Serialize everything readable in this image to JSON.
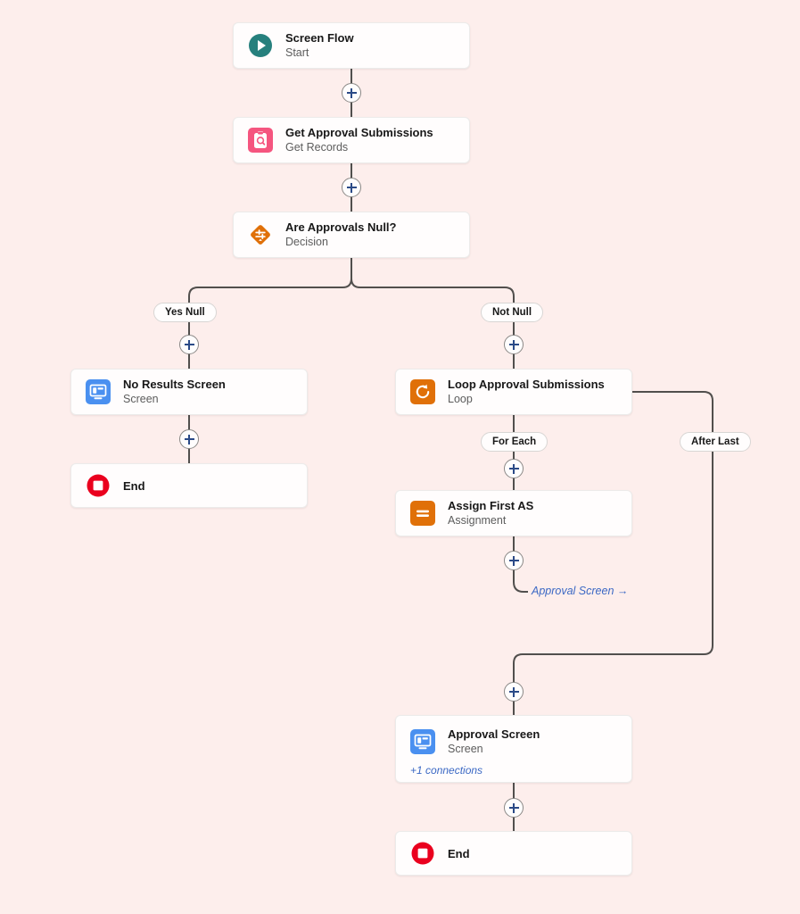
{
  "canvas": {
    "background_color": "#fdeeec",
    "connector_color": "#514f4d"
  },
  "nodes": [
    {
      "id": "start",
      "name": "start-node",
      "title": "Screen Flow",
      "subtitle": "Start",
      "icon": "play-circle-icon",
      "icon_color": "#26807d"
    },
    {
      "id": "get-records",
      "name": "get-records-node",
      "title": "Get Approval Submissions",
      "subtitle": "Get Records",
      "icon": "clipboard-search-icon",
      "icon_color": "#f5557f"
    },
    {
      "id": "decision",
      "name": "decision-node",
      "title": "Are Approvals Null?",
      "subtitle": "Decision",
      "icon": "decision-diamond-icon",
      "icon_color": "#e07008"
    },
    {
      "id": "no-results-screen",
      "name": "no-results-screen-node",
      "title": "No Results Screen",
      "subtitle": "Screen",
      "icon": "screen-monitor-icon",
      "icon_color": "#4a90f0"
    },
    {
      "id": "end-left",
      "name": "end-node-left",
      "title": "End",
      "subtitle": "",
      "icon": "stop-circle-icon",
      "icon_color": "#ea001e"
    },
    {
      "id": "loop",
      "name": "loop-node",
      "title": "Loop Approval Submissions",
      "subtitle": "Loop",
      "icon": "loop-refresh-icon",
      "icon_color": "#e07008"
    },
    {
      "id": "assignment",
      "name": "assignment-node",
      "title": "Assign First AS",
      "subtitle": "Assignment",
      "icon": "assignment-equals-icon",
      "icon_color": "#e07008"
    },
    {
      "id": "approval-screen",
      "name": "approval-screen-node",
      "title": "Approval Screen",
      "subtitle": "Screen",
      "connections_label": "+1 connections",
      "icon": "screen-monitor-icon",
      "icon_color": "#4a90f0"
    },
    {
      "id": "end-right",
      "name": "end-node-right",
      "title": "End",
      "subtitle": "",
      "icon": "stop-circle-icon",
      "icon_color": "#ea001e"
    }
  ],
  "branch_labels": {
    "yes_null": "Yes Null",
    "not_null": "Not Null",
    "for_each": "For Each",
    "after_last": "After Last"
  },
  "goto_link": {
    "label": "Approval Screen →"
  },
  "add_buttons": [
    {
      "name": "add-element-after-start"
    },
    {
      "name": "add-element-after-get-records"
    },
    {
      "name": "add-element-yes-null-branch"
    },
    {
      "name": "add-element-after-no-results-screen"
    },
    {
      "name": "add-element-not-null-branch"
    },
    {
      "name": "add-element-for-each-branch"
    },
    {
      "name": "add-element-after-assignment"
    },
    {
      "name": "add-element-before-approval-screen"
    },
    {
      "name": "add-element-after-approval-screen"
    }
  ]
}
